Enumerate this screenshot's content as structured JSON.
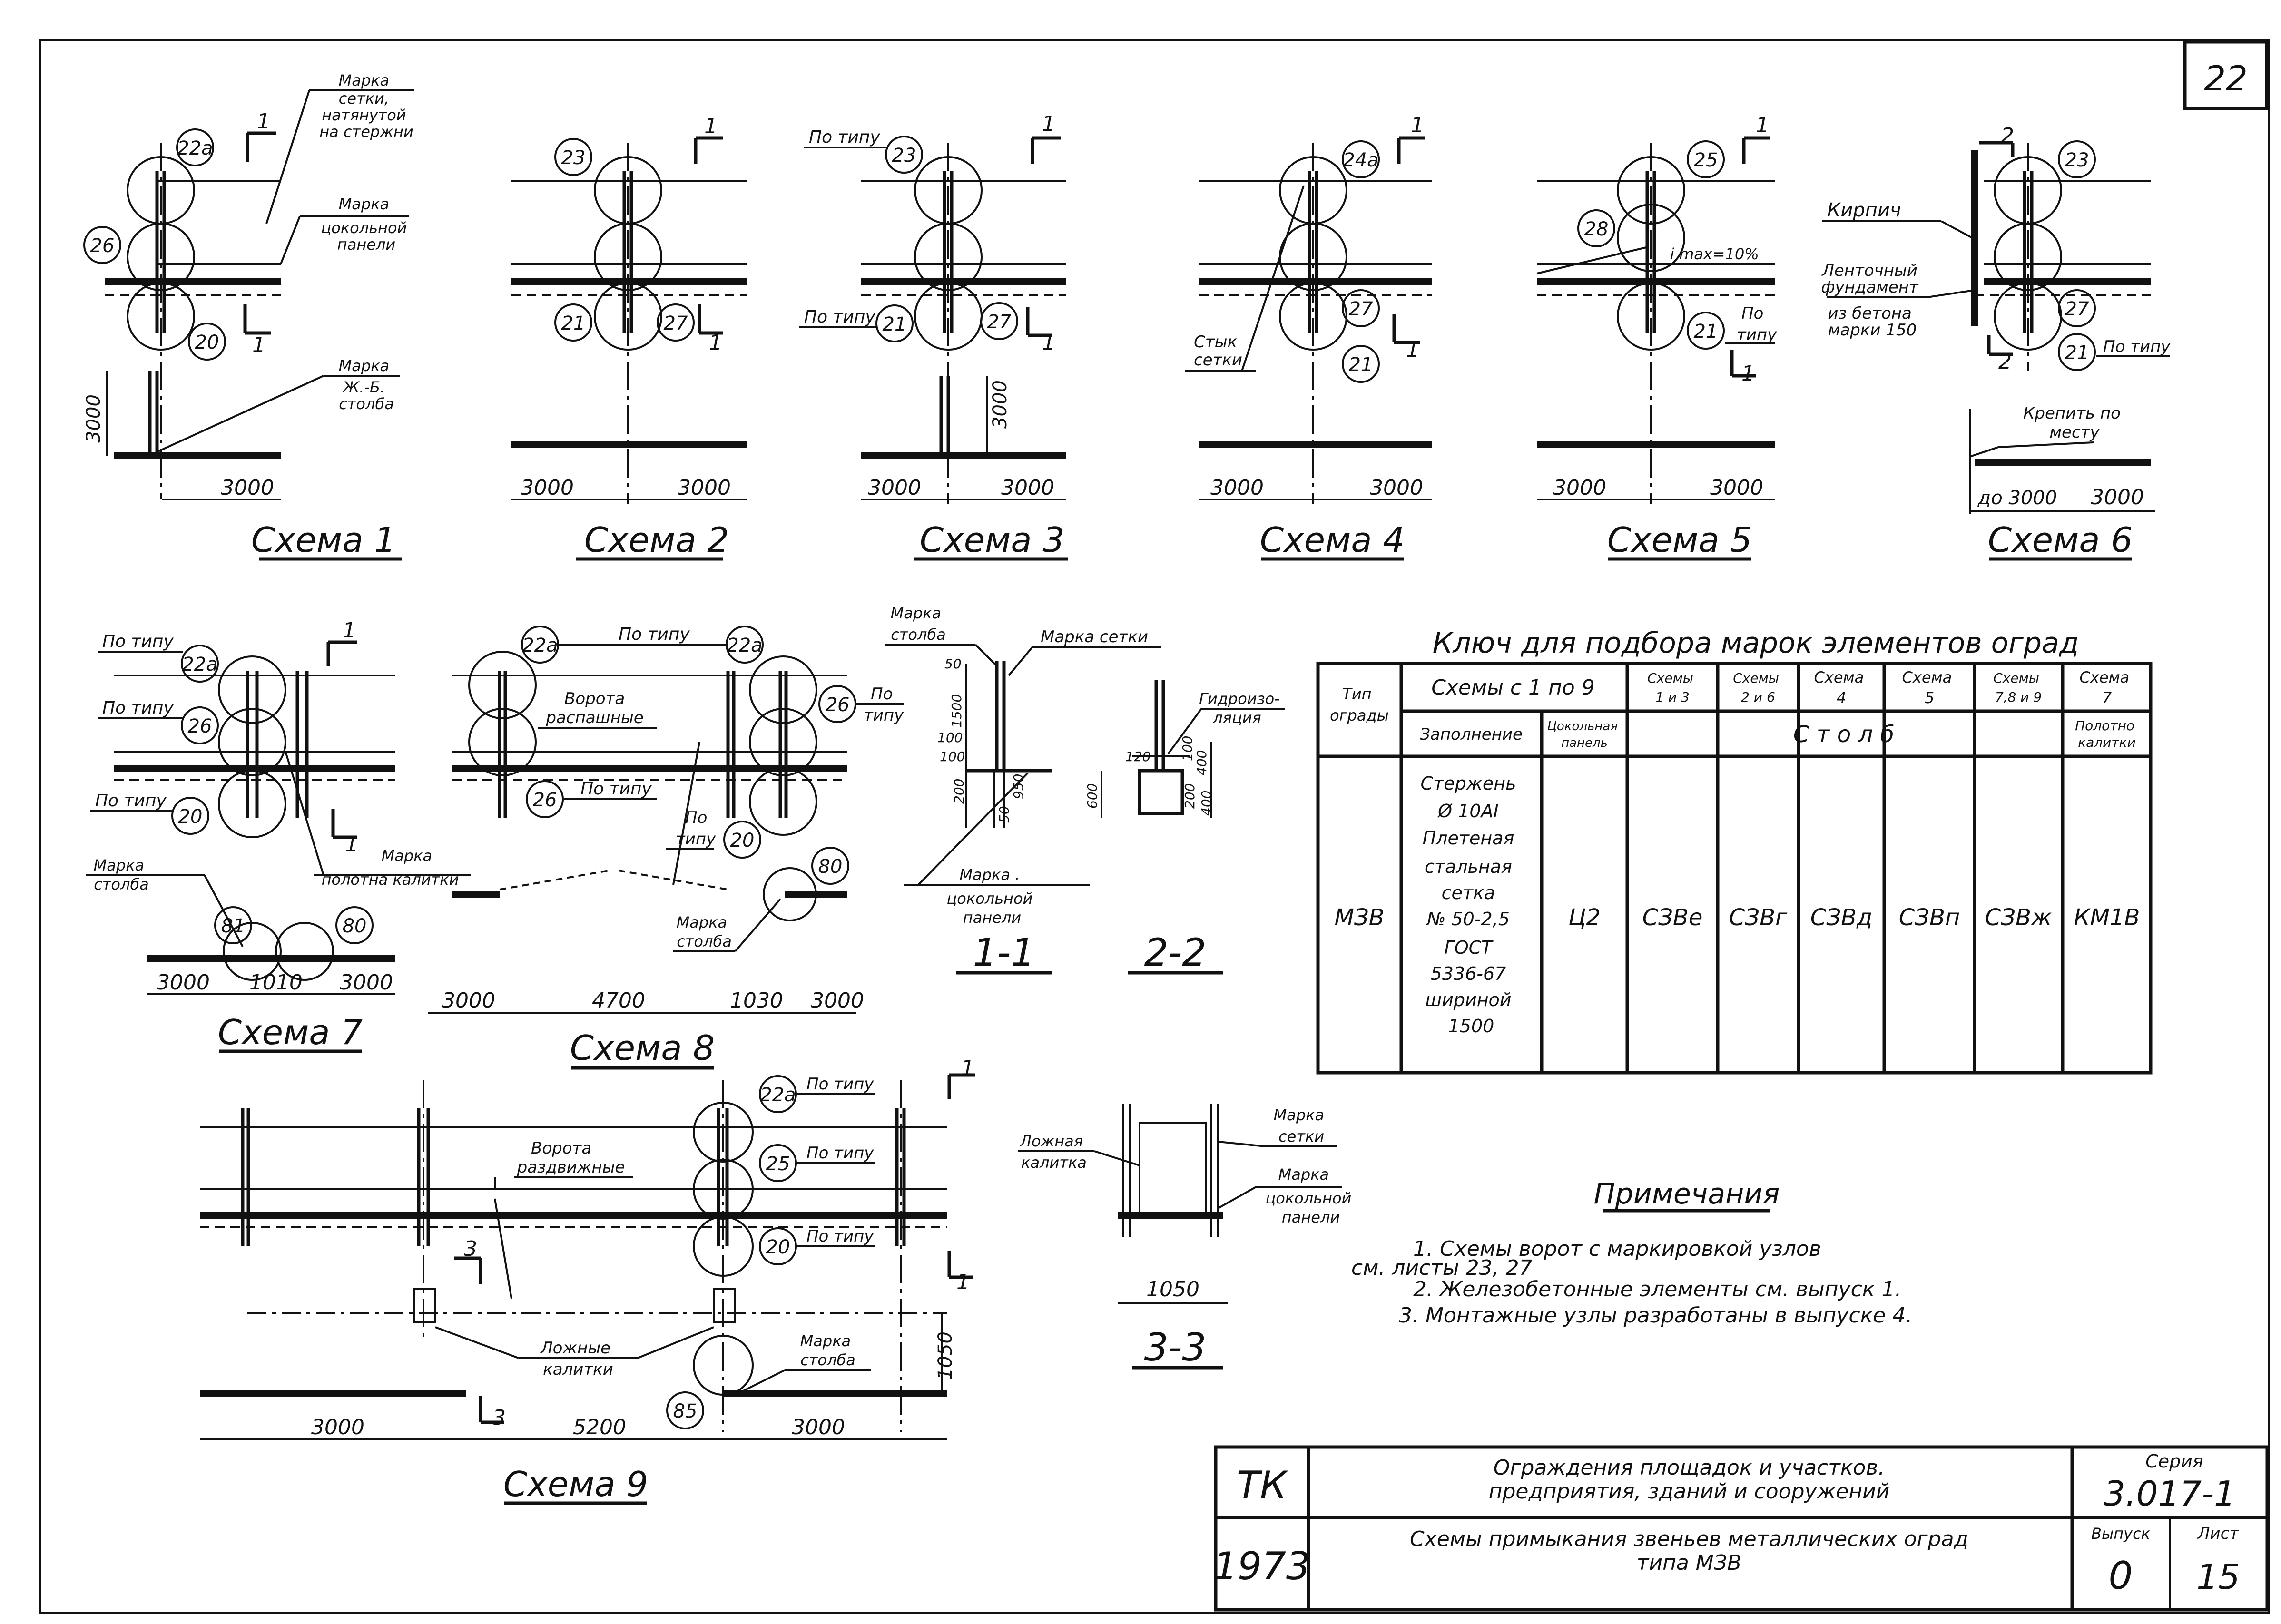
{
  "sheet_number": "22",
  "common": {
    "dim_3000": "3000",
    "section_1": "1",
    "section_2": "2",
    "section_3": "3",
    "po_tipu": "По типу",
    "po": "По",
    "tipu": "типу"
  },
  "callouts": {
    "c22a": "22а",
    "c23": "23",
    "c24a": "24а",
    "c25": "25",
    "c26": "26",
    "c28": "28",
    "c20": "20",
    "c21": "21",
    "c27": "27",
    "c81": "81",
    "c80": "80",
    "c85": "85"
  },
  "labels": {
    "marka_setki_natyanutoy": [
      "Марка",
      "сетки,",
      "натянутой",
      "на стержни"
    ],
    "marka_tsokolnoy_paneli": [
      "Марка",
      "цокольной",
      "панели"
    ],
    "marka_zhb_stolba": [
      "Марка",
      "Ж.-Б.",
      "столба"
    ],
    "styk_setki": [
      "Стык",
      "сетки"
    ],
    "i_max": "i max=10%",
    "kirpich": "Кирпич",
    "lentochny_fundament": [
      "Ленточный",
      "фундамент",
      "из бетона",
      "марки 150"
    ],
    "krepit_po_mestu": [
      "Крепить по",
      "месту"
    ],
    "do_3000": "до 3000",
    "marka_polotna_kalitki": [
      "Марка",
      "полотна калитки"
    ],
    "marka_stolba": [
      "Марка",
      "столба"
    ],
    "vorota_raspashnye": [
      "Ворота",
      "распашные"
    ],
    "vorota_razdvizhnye": [
      "Ворота",
      "раздвижные"
    ],
    "lozhnye_kalitki": [
      "Ложные",
      "калитки"
    ],
    "lozhnaya_kalitka": [
      "Ложная",
      "калитка"
    ],
    "marka_setki": [
      "Марка",
      "сетки"
    ],
    "marka_setki_short": "Марка сетки",
    "gidroizolyatsiya": [
      "Гидроизо-",
      "ляция"
    ],
    "marka_tsokolnoy_paneli_dot": [
      "Марка .",
      "цокольной",
      "панели"
    ]
  },
  "schemes": {
    "s1": "Схема 1",
    "s2": "Схема 2",
    "s3": "Схема 3",
    "s4": "Схема 4",
    "s5": "Схема 5",
    "s6": "Схема 6",
    "s7": "Схема 7",
    "s8": "Схема 8",
    "s9": "Схема 9",
    "sec11": "1-1",
    "sec22": "2-2",
    "sec33": "3-3"
  },
  "dims": {
    "d1010": "1010",
    "d4700": "4700",
    "d1030": "1030",
    "d5200": "5200",
    "d1050": "1050",
    "s11": [
      "50",
      "1500",
      "100",
      "200",
      "50",
      "950"
    ],
    "s22": [
      "120",
      "100",
      "400",
      "600",
      "200",
      "400"
    ]
  },
  "key_table": {
    "title": "Ключ для подбора марок элементов оград",
    "hdr_tip": [
      "Тип",
      "ограды"
    ],
    "hdr_schemes": "Схемы с 1 по 9",
    "hdr_s13": [
      "Схемы",
      "1 и 3"
    ],
    "hdr_s26": [
      "Схемы",
      "2 и 6"
    ],
    "hdr_s4": [
      "Схема",
      "4"
    ],
    "hdr_s5": [
      "Схема",
      "5"
    ],
    "hdr_s789": [
      "Схемы",
      "7,8 и 9"
    ],
    "hdr_s7": [
      "Схема",
      "7"
    ],
    "hdr_zapolnenie": "Заполнение",
    "hdr_tsokol": [
      "Цокольная",
      "панель"
    ],
    "hdr_stolb": "С т о л б",
    "hdr_polotno": [
      "Полотно",
      "калитки"
    ],
    "row_type": "МЗВ",
    "row_fill": [
      "Стержень",
      "Ø 10AI",
      "Плетеная",
      "стальная",
      "сетка",
      "№ 50-2,5",
      "ГОСТ",
      "5336-67",
      "шириной",
      "1500"
    ],
    "row_panel": "Ц2",
    "row_s13": "СЗВе",
    "row_s26": "СЗВг",
    "row_s4": "СЗВд",
    "row_s5": "СЗВп",
    "row_s789": "СЗВж",
    "row_s7": "КМ1В"
  },
  "notes": {
    "title": "Примечания",
    "line1": "1. Схемы ворот с маркировкой узлов",
    "line1b": "см. листы 23, 27",
    "line2": "2. Железобетонные элементы см. выпуск 1.",
    "line3": "3. Монтажные узлы разработаны в выпуске 4."
  },
  "title_block": {
    "org": "ТК",
    "year": "1973",
    "title_line1": "Ограждения площадок и участков.",
    "title_line2": "предприятия, зданий и сооружений",
    "subtitle_line1": "Схемы примыкания звеньев металлических оград",
    "subtitle_line2": "типа МЗВ",
    "series_label": "Серия",
    "series_value": "3.017-1",
    "vypusk_label": "Выпуск",
    "vypusk_value": "0",
    "list_label": "Лист",
    "list_value": "15"
  }
}
